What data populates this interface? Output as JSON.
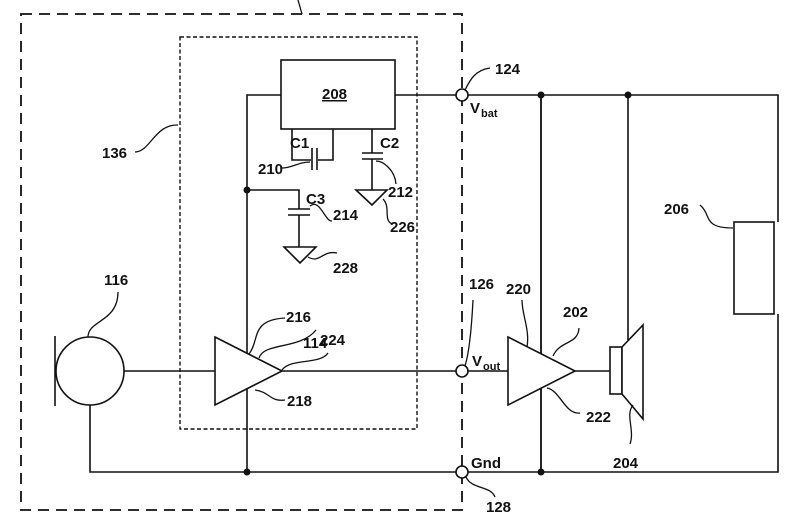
{
  "diagram": {
    "type": "circuit-schematic",
    "reference_labels": {
      "inner_module": "136",
      "regulator_block": "208",
      "cap_c1_ref": "210",
      "cap_c2_ref": "212",
      "cap_c3_ref": "214",
      "ground_c2_ref": "226",
      "ground_c3_ref": "228",
      "microphone": "116",
      "preamp_ref_216": "216",
      "preamp_ref_114": "114",
      "preamp_ref_224": "224",
      "preamp_ref_218": "218",
      "terminal_vbat": "124",
      "terminal_vout": "126",
      "terminal_gnd": "128",
      "power_amp_ref_220": "220",
      "power_amp_ref_202": "202",
      "power_amp_ref_222": "222",
      "speaker": "204",
      "battery": "206"
    },
    "component_names": {
      "c1": "C1",
      "c2": "C2",
      "c3": "C3"
    },
    "terminal_names": {
      "vbat_main": "V",
      "vbat_sub": "bat",
      "vout_main": "V",
      "vout_sub": "out",
      "gnd": "Gnd"
    }
  }
}
